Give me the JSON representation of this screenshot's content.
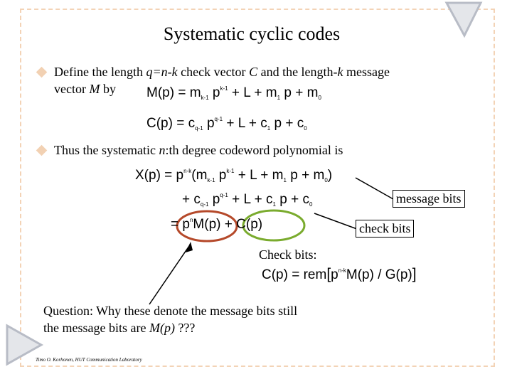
{
  "title": "Systematic cyclic codes",
  "bullet1": {
    "p1": "Define the length ",
    "q": "q=n-k",
    "p2": " check vector ",
    "c": "C",
    "p3": " and the length-",
    "k": "k",
    "p4": " message",
    "line2a": "vector ",
    "m": "M",
    "line2b": " by"
  },
  "eq1": {
    "lhs": "M(p) = m",
    "s1": "k-1",
    "e1": "k-1",
    "mid": " + L  + m",
    "s2": "1",
    "tail": "p + m",
    "s3": "0"
  },
  "eq2": {
    "lhs": "C(p) = c",
    "s1": "q-1",
    "e1": "q-1",
    "mid": " + L  + c",
    "s2": "1",
    "tail": "p + c",
    "s3": "0"
  },
  "bullet2": {
    "p1": "Thus the systematic ",
    "n": "n",
    "p2": ":th degree codeword polynomial is"
  },
  "eq3": {
    "lhs": "X(p) = p",
    "e0": "n-k",
    "open": "(m",
    "s1": "k-1",
    "e1": "k-1",
    "mid": " + L  + m",
    "s2": "1",
    "tail": "p + m",
    "s3": "0",
    "close": ")"
  },
  "eq4": {
    "lhs": "+ c",
    "s1": "q-1",
    "e1": "q-1",
    "mid": " + L  + c",
    "s2": "1",
    "tail": "p + c",
    "s3": "0"
  },
  "eq5": {
    "eqsign": "=",
    "p": "p",
    "e": "n",
    "m": "M(p)",
    "plus": "+",
    "c": "C(p)"
  },
  "label_message": "message bits",
  "label_check": "check bits",
  "checkbits_title": "Check bits:",
  "eq6": {
    "lhs": "C(p) = rem",
    "p": "p",
    "e": "n-k",
    "body": "M(p) / G(p)"
  },
  "question": {
    "line1": "Question: Why these denote the message bits still",
    "line2a": "the message bits are ",
    "mp": "M(p)",
    "line2b": " ???"
  },
  "footer": "Timo O. Korhonen, HUT Communication Laboratory",
  "colors": {
    "frame": "#f3d3b6",
    "bullet": "#f2d1b3",
    "red_circle": "#b5492a",
    "green_circle": "#7aab2e",
    "corner": "#b8bcc6"
  }
}
